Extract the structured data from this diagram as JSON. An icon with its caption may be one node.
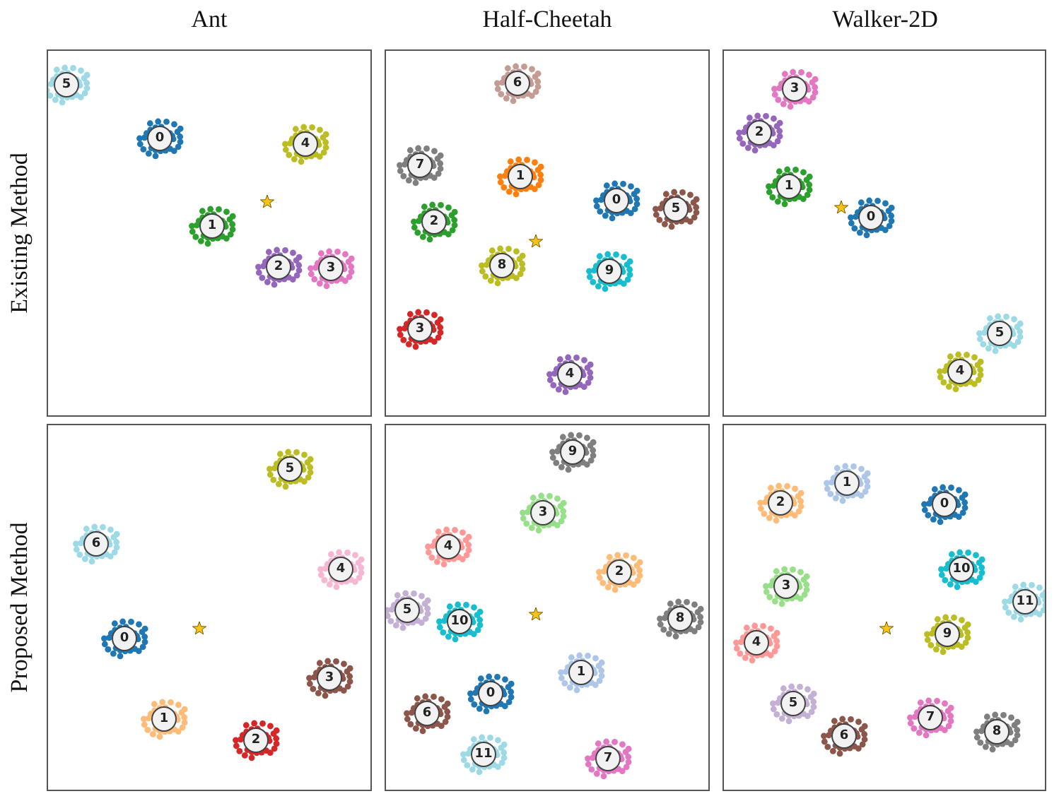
{
  "diagram": {
    "nodes": [
      {
        "text": [],
        "shape": "box"
      },
      {
        "text": [
          "5"
        ],
        "in": 0
      },
      {
        "text": [
          "0"
        ],
        "in": 0
      },
      {
        "text": [
          "4"
        ],
        "in": 0
      },
      {
        "text": [
          "1"
        ],
        "in": 0
      },
      {
        "text": [
          "2"
        ],
        "in": 0
      },
      {
        "text": [
          "3"
        ],
        "in": 0
      },
      {
        "text": [],
        "shape": "box"
      },
      {
        "text": [
          "6"
        ],
        "in": 7
      },
      {
        "text": [
          "7"
        ],
        "in": 7
      },
      {
        "text": [
          "1"
        ],
        "in": 7
      },
      {
        "text": [
          "0"
        ],
        "in": 7
      },
      {
        "text": [
          "5"
        ],
        "in": 7
      },
      {
        "text": [
          "2"
        ],
        "in": 7
      },
      {
        "text": [
          "8"
        ],
        "in": 7
      },
      {
        "text": [
          "9"
        ],
        "in": 7
      },
      {
        "text": [
          "3"
        ],
        "in": 7
      },
      {
        "text": [
          "4"
        ],
        "in": 7
      },
      {
        "text": [],
        "shape": "box"
      },
      {
        "text": [
          "3"
        ],
        "in": 18
      },
      {
        "text": [
          "2"
        ],
        "in": 18
      },
      {
        "text": [
          "1"
        ],
        "in": 18
      },
      {
        "text": [
          "0"
        ],
        "in": 18
      },
      {
        "text": [
          "5"
        ],
        "in": 18
      },
      {
        "text": [
          "4"
        ],
        "in": 18
      },
      {
        "text": [],
        "shape": "box"
      },
      {
        "text": [
          "5"
        ],
        "in": 25
      },
      {
        "text": [
          "6"
        ],
        "in": 25
      },
      {
        "text": [
          "4"
        ],
        "in": 25
      },
      {
        "text": [
          "0"
        ],
        "in": 25
      },
      {
        "text": [
          "3"
        ],
        "in": 25
      },
      {
        "text": [
          "1"
        ],
        "in": 25
      },
      {
        "text": [
          "2"
        ],
        "in": 25
      },
      {
        "text": [],
        "shape": "box"
      },
      {
        "text": [
          "9"
        ],
        "in": 33
      },
      {
        "text": [
          "3"
        ],
        "in": 33
      },
      {
        "text": [
          "4"
        ],
        "in": 33
      },
      {
        "text": [
          "2"
        ],
        "in": 33
      },
      {
        "text": [
          "5"
        ],
        "in": 33
      },
      {
        "text": [
          "10"
        ],
        "in": 33
      },
      {
        "text": [
          "8"
        ],
        "in": 33
      },
      {
        "text": [
          "1"
        ],
        "in": 33
      },
      {
        "text": [
          "0"
        ],
        "in": 33
      },
      {
        "text": [
          "6"
        ],
        "in": 33
      },
      {
        "text": [
          "11"
        ],
        "in": 33
      },
      {
        "text": [
          "7"
        ],
        "in": 33
      },
      {
        "text": [],
        "shape": "box"
      },
      {
        "text": [
          "1"
        ],
        "in": 46
      },
      {
        "text": [
          "2"
        ],
        "in": 46
      },
      {
        "text": [
          "0"
        ],
        "in": 46
      },
      {
        "text": [
          "10"
        ],
        "in": 46
      },
      {
        "text": [
          "3"
        ],
        "in": 46
      },
      {
        "text": [
          "11"
        ],
        "in": 46
      },
      {
        "text": [
          "4"
        ],
        "in": 46
      },
      {
        "text": [
          "9"
        ],
        "in": 46
      },
      {
        "text": [
          "5"
        ],
        "in": 46
      },
      {
        "text": [
          "7"
        ],
        "in": 46
      },
      {
        "text": [
          "6"
        ],
        "in": 46
      },
      {
        "text": [
          "8"
        ],
        "in": 46
      }
    ],
    "labels": [
      "Ant",
      "Half-Cheetah",
      "Walker-2D",
      "Existing Method",
      "Proposed Method"
    ]
  }
}
